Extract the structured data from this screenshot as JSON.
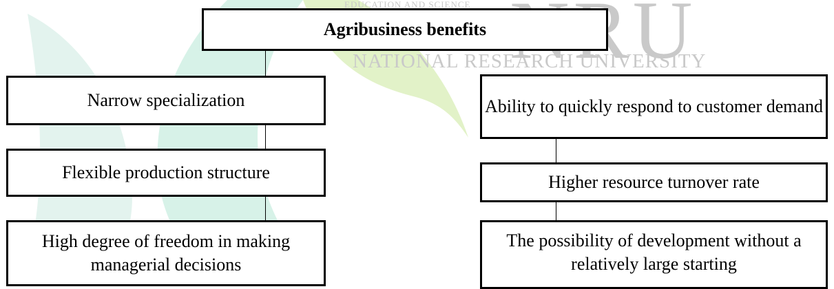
{
  "watermark": {
    "small_text": "EDUCATION AND SCIENCE",
    "big_text": "NRU",
    "subtitle": "NATIONAL RESEARCH UNIVERSITY",
    "color": "#c9c9c9",
    "leaf_colors": [
      "#e3f3ee",
      "#d7f2e8",
      "#e2f2c8"
    ]
  },
  "diagram": {
    "root": "Agribusiness benefits",
    "left": [
      "Narrow specialization",
      "Flexible production structure",
      "High degree of freedom in making managerial decisions"
    ],
    "right": [
      "Ability to quickly respond to customer demand",
      "Higher resource turnover rate",
      "The possibility of development without a relatively large starting"
    ]
  }
}
